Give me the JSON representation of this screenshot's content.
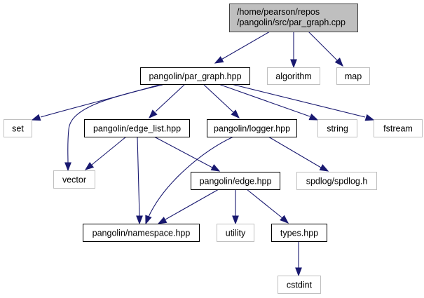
{
  "title": "Include dependency graph for par_graph.cpp",
  "colors": {
    "edge": "#191970",
    "root_fill": "#bfbfbf",
    "root_border": "#404040",
    "local_border": "#000000",
    "system_border": "#bfbfbf",
    "node_fill": "#ffffff"
  },
  "nodes": [
    {
      "id": "root",
      "kind": "root",
      "lines": [
        "/home/pearson/repos",
        "/pangolin/src/par_graph.cpp"
      ]
    },
    {
      "id": "par_graph_hpp",
      "kind": "local",
      "lines": [
        "pangolin/par_graph.hpp"
      ]
    },
    {
      "id": "algorithm",
      "kind": "system",
      "lines": [
        "algorithm"
      ]
    },
    {
      "id": "map",
      "kind": "system",
      "lines": [
        "map"
      ]
    },
    {
      "id": "set",
      "kind": "system",
      "lines": [
        "set"
      ]
    },
    {
      "id": "edge_list_hpp",
      "kind": "local",
      "lines": [
        "pangolin/edge_list.hpp"
      ]
    },
    {
      "id": "logger_hpp",
      "kind": "local",
      "lines": [
        "pangolin/logger.hpp"
      ]
    },
    {
      "id": "string",
      "kind": "system",
      "lines": [
        "string"
      ]
    },
    {
      "id": "fstream",
      "kind": "system",
      "lines": [
        "fstream"
      ]
    },
    {
      "id": "vector",
      "kind": "system",
      "lines": [
        "vector"
      ]
    },
    {
      "id": "edge_hpp",
      "kind": "local",
      "lines": [
        "pangolin/edge.hpp"
      ]
    },
    {
      "id": "spdlog",
      "kind": "system",
      "lines": [
        "spdlog/spdlog.h"
      ]
    },
    {
      "id": "namespace_hpp",
      "kind": "local",
      "lines": [
        "pangolin/namespace.hpp"
      ]
    },
    {
      "id": "utility",
      "kind": "system",
      "lines": [
        "utility"
      ]
    },
    {
      "id": "types_hpp",
      "kind": "local",
      "lines": [
        "types.hpp"
      ]
    },
    {
      "id": "cstdint",
      "kind": "system",
      "lines": [
        "cstdint"
      ]
    }
  ],
  "edges": [
    {
      "from": "root",
      "to": "par_graph_hpp"
    },
    {
      "from": "root",
      "to": "algorithm"
    },
    {
      "from": "root",
      "to": "map"
    },
    {
      "from": "par_graph_hpp",
      "to": "set"
    },
    {
      "from": "par_graph_hpp",
      "to": "vector"
    },
    {
      "from": "par_graph_hpp",
      "to": "edge_list_hpp"
    },
    {
      "from": "par_graph_hpp",
      "to": "logger_hpp"
    },
    {
      "from": "par_graph_hpp",
      "to": "string"
    },
    {
      "from": "par_graph_hpp",
      "to": "fstream"
    },
    {
      "from": "edge_list_hpp",
      "to": "vector"
    },
    {
      "from": "edge_list_hpp",
      "to": "namespace_hpp"
    },
    {
      "from": "edge_list_hpp",
      "to": "edge_hpp"
    },
    {
      "from": "logger_hpp",
      "to": "namespace_hpp"
    },
    {
      "from": "logger_hpp",
      "to": "spdlog"
    },
    {
      "from": "edge_hpp",
      "to": "namespace_hpp"
    },
    {
      "from": "edge_hpp",
      "to": "utility"
    },
    {
      "from": "edge_hpp",
      "to": "types_hpp"
    },
    {
      "from": "types_hpp",
      "to": "cstdint"
    }
  ]
}
